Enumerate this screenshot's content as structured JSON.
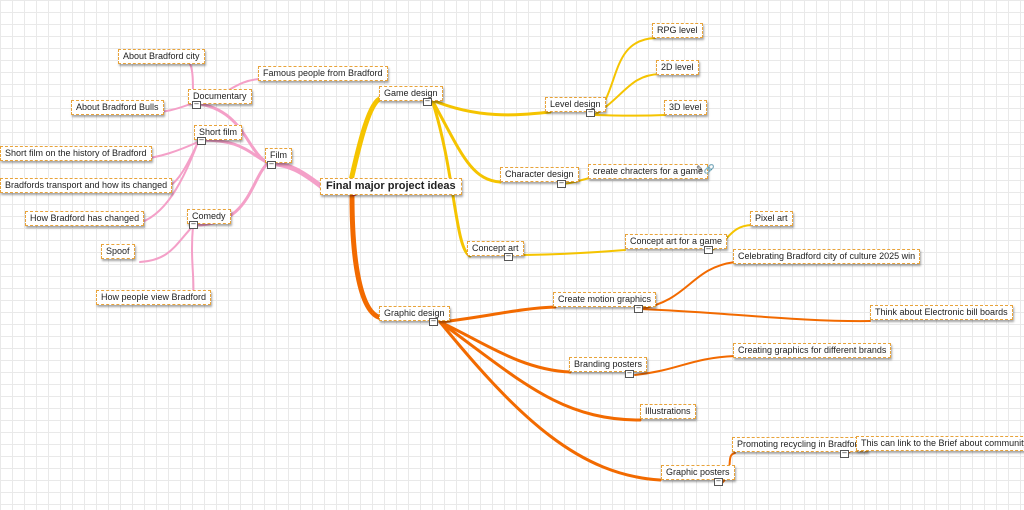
{
  "colors": {
    "pink": "#f4a0c8",
    "yellow": "#f5c400",
    "orange": "#f26a00",
    "root_dot": "#d62828"
  },
  "root": {
    "label": "Final major project ideas"
  },
  "film": {
    "label": "Film",
    "documentary": {
      "label": "Documentary",
      "children": [
        "About Bradford city",
        "About Bradford Bulls",
        "Famous people from Bradford"
      ]
    },
    "short_film": {
      "label": "Short film",
      "children": [
        "Short film on the history of Bradford",
        "Bradfords transport and how its changed",
        "How Bradford has changed"
      ]
    },
    "comedy": {
      "label": "Comedy",
      "children": [
        "Spoof",
        "How people view Bradford"
      ]
    }
  },
  "game_design": {
    "label": "Game design",
    "level_design": {
      "label": "Level design",
      "children": [
        "RPG level",
        "2D level",
        "3D level"
      ]
    },
    "character_design": {
      "label": "Character design",
      "children": [
        "create chracters for a game"
      ]
    },
    "concept_art": {
      "label": "Concept art",
      "child": "Concept art for a game",
      "grandchild": "Pixel art"
    }
  },
  "graphic_design": {
    "label": "Graphic design",
    "motion": {
      "label": "Create motion graphics",
      "children": [
        "Celebrating Bradford city of culture 2025 win",
        "Think about Electronic bill boards"
      ]
    },
    "branding": {
      "label": "Branding posters",
      "children": [
        "Creating graphics for different brands"
      ]
    },
    "illustrations": {
      "label": "Illustrations"
    },
    "graphic_posters": {
      "label": "Graphic posters",
      "child": "Promoting recycling in Bradford",
      "grandchild": "This can link to the Brief about community"
    }
  },
  "icons": {
    "collapse": "−",
    "link": "link-icon"
  }
}
